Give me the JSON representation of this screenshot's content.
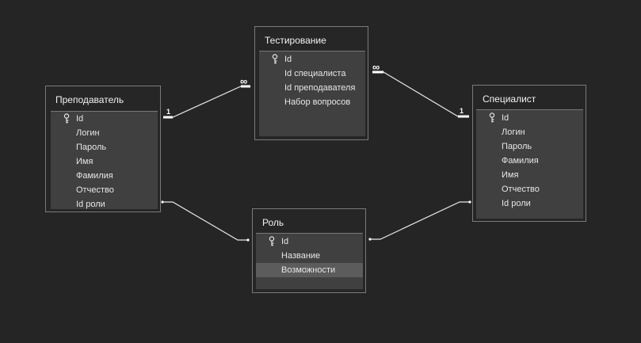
{
  "diagram": {
    "colors": {
      "background": "#252525",
      "panel": "#404040",
      "selected_row": "#5c5c5c",
      "border": "#7a7a7a",
      "text": "#e6e6e6"
    },
    "tables": {
      "teacher": {
        "title": "Преподаватель",
        "fields": [
          "Id",
          "Логин",
          "Пароль",
          "Имя",
          "Фамилия",
          "Отчество",
          "Id роли"
        ]
      },
      "testing": {
        "title": "Тестирование",
        "fields": [
          "Id",
          "Id специалиста",
          "Id преподавателя",
          "Набор вопросов"
        ]
      },
      "specialist": {
        "title": "Специалист",
        "fields": [
          "Id",
          "Логин",
          "Пароль",
          "Фамилия",
          "Имя",
          "Отчество",
          "Id роли"
        ]
      },
      "role": {
        "title": "Роль",
        "fields": [
          "Id",
          "Название",
          "Возможности"
        ],
        "selected_field": "Возможности"
      }
    },
    "relationships": [
      {
        "from": "teacher",
        "to": "testing",
        "from_mark": "1",
        "to_mark": "∞"
      },
      {
        "from": "testing",
        "to": "specialist",
        "from_mark": "∞",
        "to_mark": "1"
      },
      {
        "from": "teacher",
        "to": "role"
      },
      {
        "from": "specialist",
        "to": "role"
      }
    ],
    "primary_key_icon": "key-icon"
  }
}
